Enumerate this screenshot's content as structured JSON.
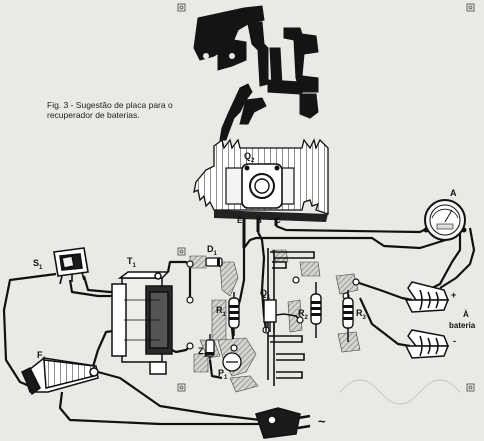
{
  "figure": {
    "caption_line1": "Fig. 3 - Sugestão de placa para o",
    "caption_line2": "recuperador de baterias."
  },
  "components": {
    "q2": {
      "name": "Q",
      "sub": "2"
    },
    "e": "E",
    "b": "B",
    "c": "C",
    "ammeter": "A",
    "d1": {
      "name": "D",
      "sub": "1"
    },
    "t1": {
      "name": "T",
      "sub": "1"
    },
    "s1": {
      "name": "S",
      "sub": "1"
    },
    "r1": {
      "name": "R",
      "sub": "1"
    },
    "q1": {
      "name": "Q",
      "sub": "1"
    },
    "r2": {
      "name": "R",
      "sub": "2"
    },
    "r3": {
      "name": "R",
      "sub": "3"
    },
    "z1": {
      "name": "Z",
      "sub": "1"
    },
    "p1": {
      "name": "P",
      "sub": "1"
    },
    "f1": {
      "name": "F",
      "sub": "1"
    },
    "plus": "+",
    "minus": "-",
    "battery_line1": "À",
    "battery_line2": "bateria",
    "ac": "~"
  },
  "colors": {
    "ink": "#111111",
    "paper": "#e9e9e6",
    "hatch": "#9a9a96"
  }
}
